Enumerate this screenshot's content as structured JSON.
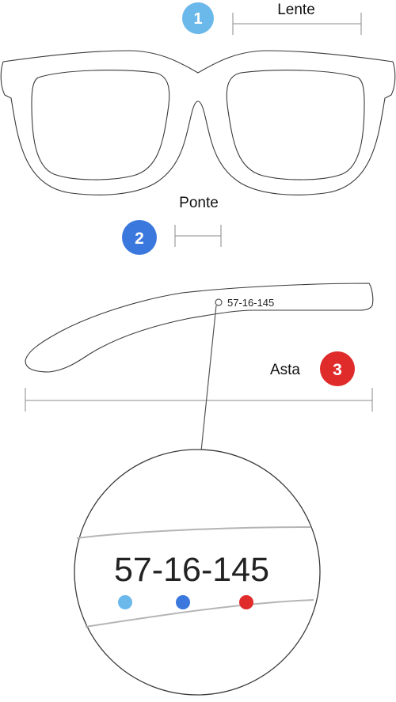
{
  "labels": {
    "lens": "Lente",
    "bridge": "Ponte",
    "temple": "Asta"
  },
  "markers": {
    "lens": "1",
    "bridge": "2",
    "temple": "3"
  },
  "temple_code": "57-16-145",
  "magnified_code": "57-16-145",
  "colors": {
    "lens": "#6bb8ea",
    "bridge": "#3a78de",
    "temple": "#e02b2b",
    "outline": "#3a3a3a",
    "measure_line": "#8a8a8a"
  }
}
